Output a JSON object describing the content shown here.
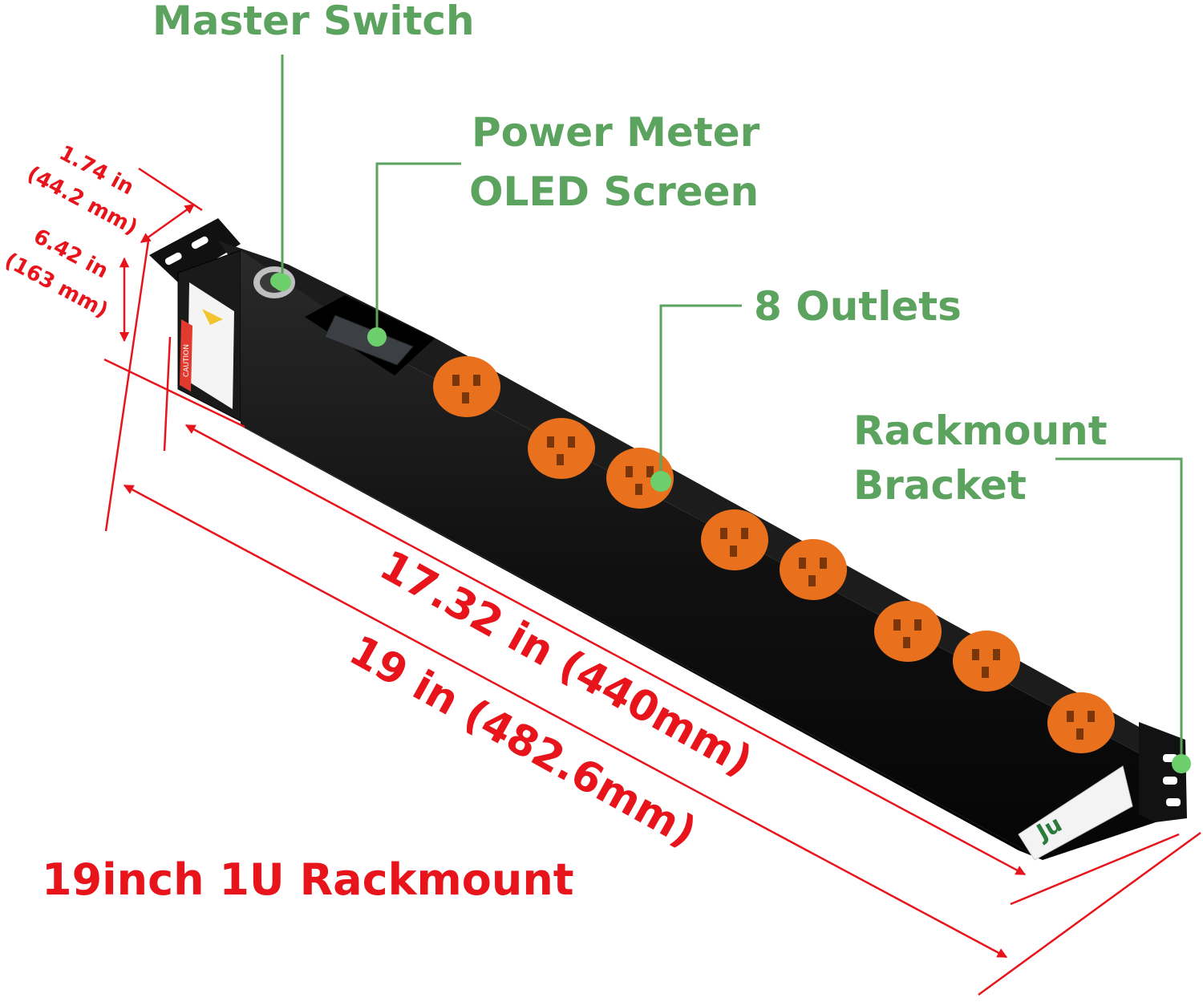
{
  "colors": {
    "callout_green": "#5ba35f",
    "dimension_red": "#e8141b",
    "body_black": "#0d0d0d",
    "outlet_orange": "#e9711d"
  },
  "callouts": {
    "master_switch": "Master Switch",
    "power_meter_line1": "Power Meter",
    "power_meter_line2": "OLED Screen",
    "outlets": "8 Outlets",
    "bracket_line1": "Rackmount",
    "bracket_line2": "Bracket"
  },
  "dimensions": {
    "height_in": "1.74 in",
    "height_mm": "(44.2 mm)",
    "depth_in": "6.42 in",
    "depth_mm": "(163 mm)",
    "body_length": "17.32 in (440mm)",
    "total_length": "19 in (482.6mm)"
  },
  "footer": {
    "caption": "19inch 1U Rackmount"
  },
  "product": {
    "warning_label": "CAUTION",
    "plate_label": "Ju",
    "outlet_count": 8
  }
}
